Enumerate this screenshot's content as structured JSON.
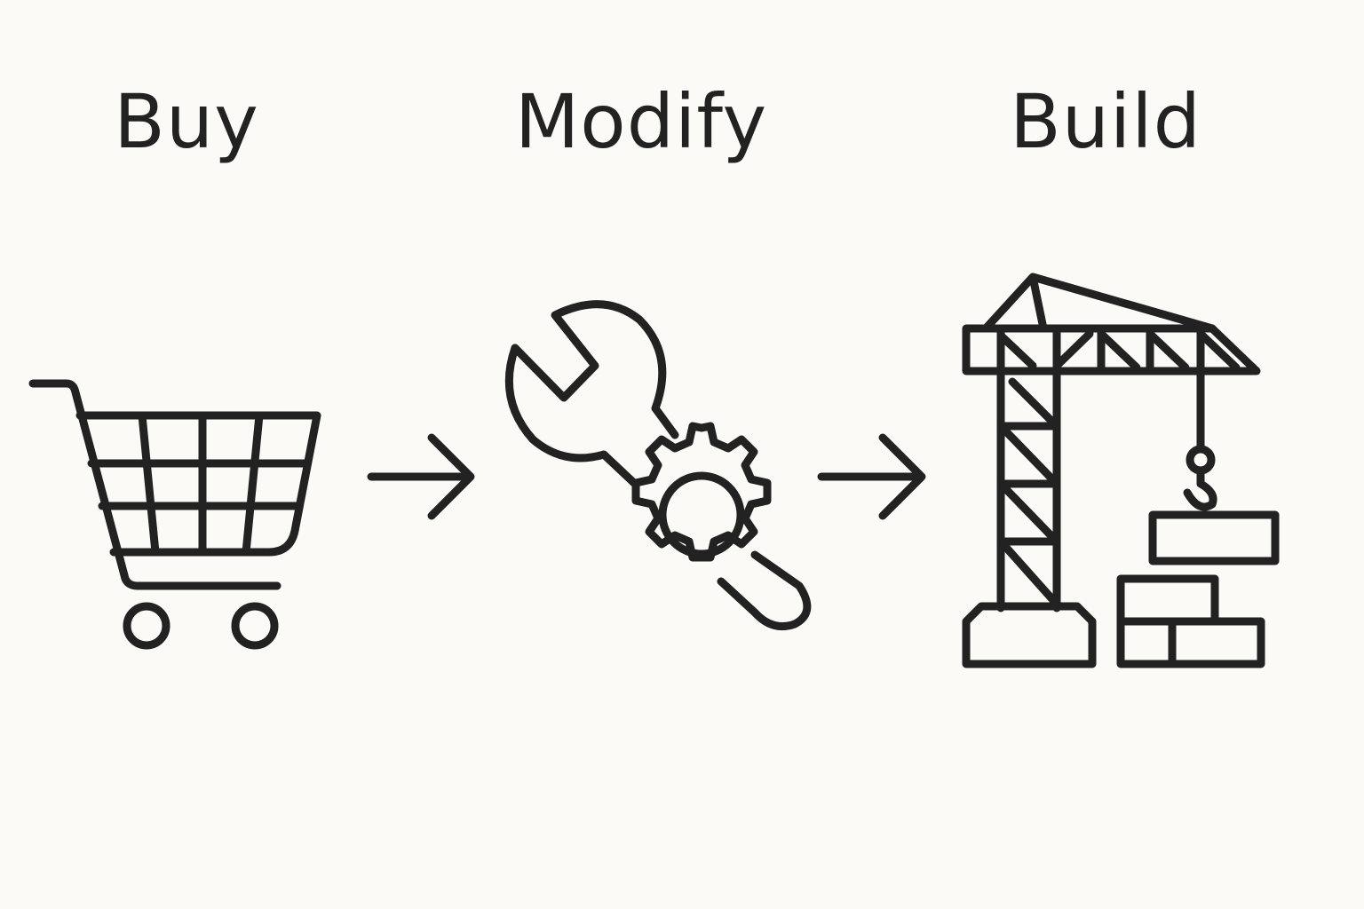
{
  "steps": [
    {
      "label": "Buy",
      "icon": "shopping-cart-icon"
    },
    {
      "label": "Modify",
      "icon": "wrench-gear-icon"
    },
    {
      "label": "Build",
      "icon": "construction-crane-icon"
    }
  ],
  "connectors": [
    "arrow-right-icon",
    "arrow-right-icon"
  ],
  "colors": {
    "background": "#fbfaf6",
    "stroke": "#222222"
  }
}
